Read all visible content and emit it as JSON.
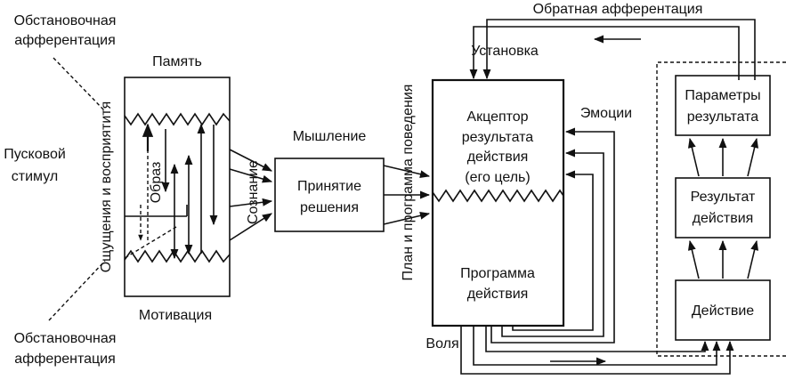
{
  "labels": {
    "feedback_afferent": "Обратная афферентация",
    "setting": "Установка",
    "situational_afferent_top_1": "Обстановочная",
    "situational_afferent_top_2": "афферентация",
    "memory": "Память",
    "trigger_1": "Пусковой",
    "trigger_2": "стимул",
    "sensations": "Ощущения и восприятитя",
    "image": "Образ",
    "motivation": "Мотивация",
    "situational_afferent_bottom_1": "Обстановочная",
    "situational_afferent_bottom_2": "афферентация",
    "thinking": "Мышление",
    "consciousness": "Сознание",
    "decision_1": "Принятие",
    "decision_2": "решения",
    "plan": "План и программа поведения",
    "acceptor_1": "Акцептор",
    "acceptor_2": "результата",
    "acceptor_3": "действия",
    "acceptor_4": "(его цель)",
    "program_1": "Программа",
    "program_2": "действия",
    "emotions": "Эмоции",
    "will": "Воля",
    "params_1": "Параметры",
    "params_2": "результата",
    "result_1": "Результат",
    "result_2": "действия",
    "action": "Действие"
  }
}
